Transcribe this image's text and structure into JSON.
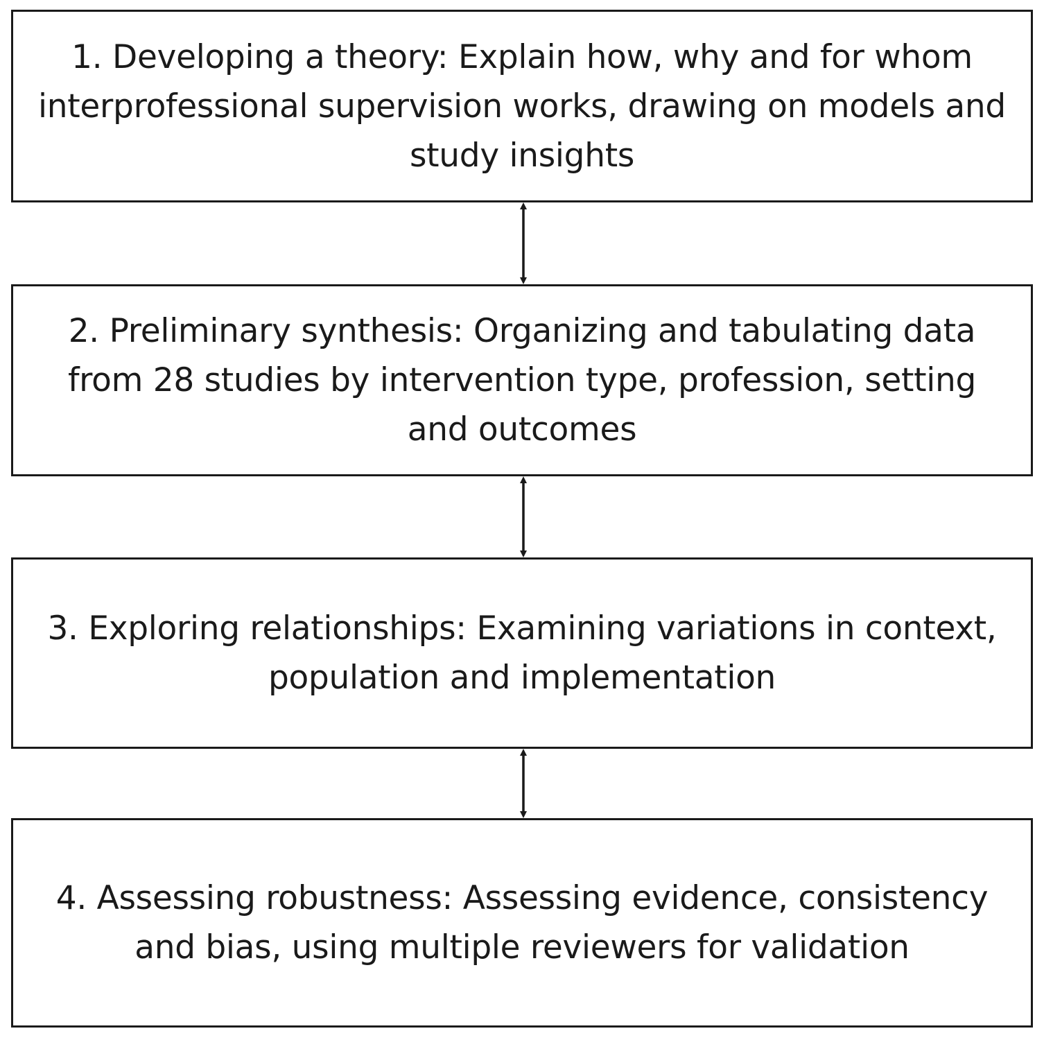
{
  "steps": [
    {
      "id": 1,
      "text": "1. Developing a theory: Explain how, why and for whom interprofessional supervision works, drawing on models and study insights"
    },
    {
      "id": 2,
      "text": "2. Preliminary synthesis: Organizing and tabulating data from 28 studies by intervention type, profession, setting and outcomes"
    },
    {
      "id": 3,
      "text": "3. Exploring relationships: Examining variations in context, population and implementation"
    },
    {
      "id": 4,
      "text": "4. Assessing robustness: Assessing evidence, consistency and bias, using multiple reviewers for validation"
    }
  ],
  "connectors": [
    {
      "from": 1,
      "to": 2,
      "style": "bidirectional"
    },
    {
      "from": 2,
      "to": 3,
      "style": "bidirectional"
    },
    {
      "from": 3,
      "to": 4,
      "style": "bidirectional"
    }
  ],
  "colors": {
    "stroke": "#1a1a1a",
    "background": "#ffffff"
  }
}
